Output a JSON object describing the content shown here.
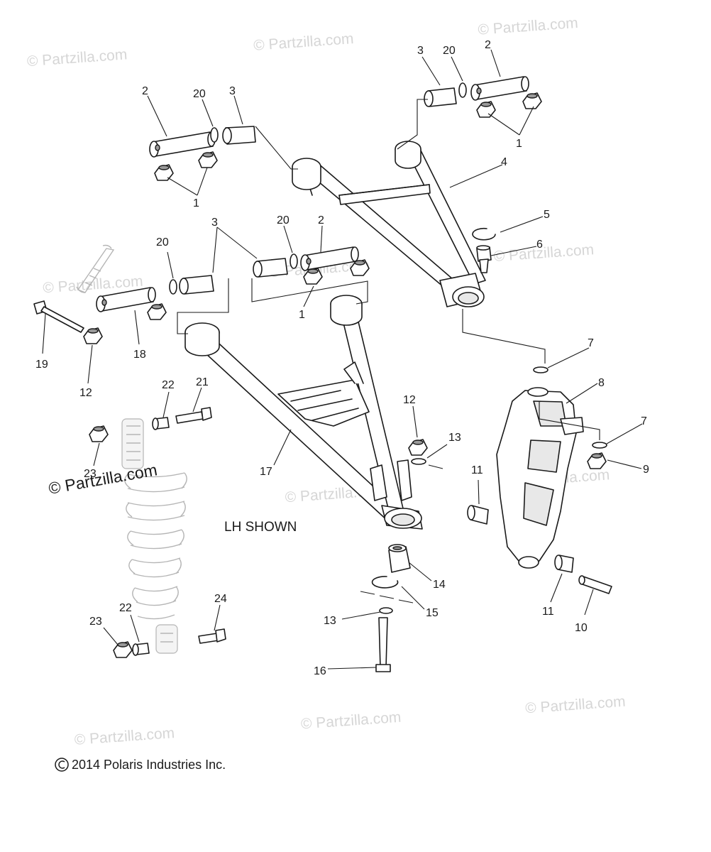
{
  "watermark": {
    "text": "© Partzilla.com",
    "prominent_text": "© Partzilla.com"
  },
  "callouts": {
    "c1a": "1",
    "c1b": "1",
    "c1c": "1",
    "c2a": "2",
    "c2b": "2",
    "c2c": "2",
    "c3a": "3",
    "c3b": "3",
    "c3c": "3",
    "c4": "4",
    "c5": "5",
    "c6": "6",
    "c7a": "7",
    "c7b": "7",
    "c8": "8",
    "c9": "9",
    "c10": "10",
    "c11a": "11",
    "c11b": "11",
    "c12a": "12",
    "c12b": "12",
    "c13a": "13",
    "c13b": "13",
    "c14": "14",
    "c15": "15",
    "c16": "16",
    "c17": "17",
    "c18": "18",
    "c19": "19",
    "c20a": "20",
    "c20b": "20",
    "c20c": "20",
    "c20d": "20",
    "c21": "21",
    "c22a": "22",
    "c22b": "22",
    "c23a": "23",
    "c23b": "23",
    "c24": "24"
  },
  "note": "LH SHOWN",
  "copyright": "2014 Polaris Industries Inc."
}
